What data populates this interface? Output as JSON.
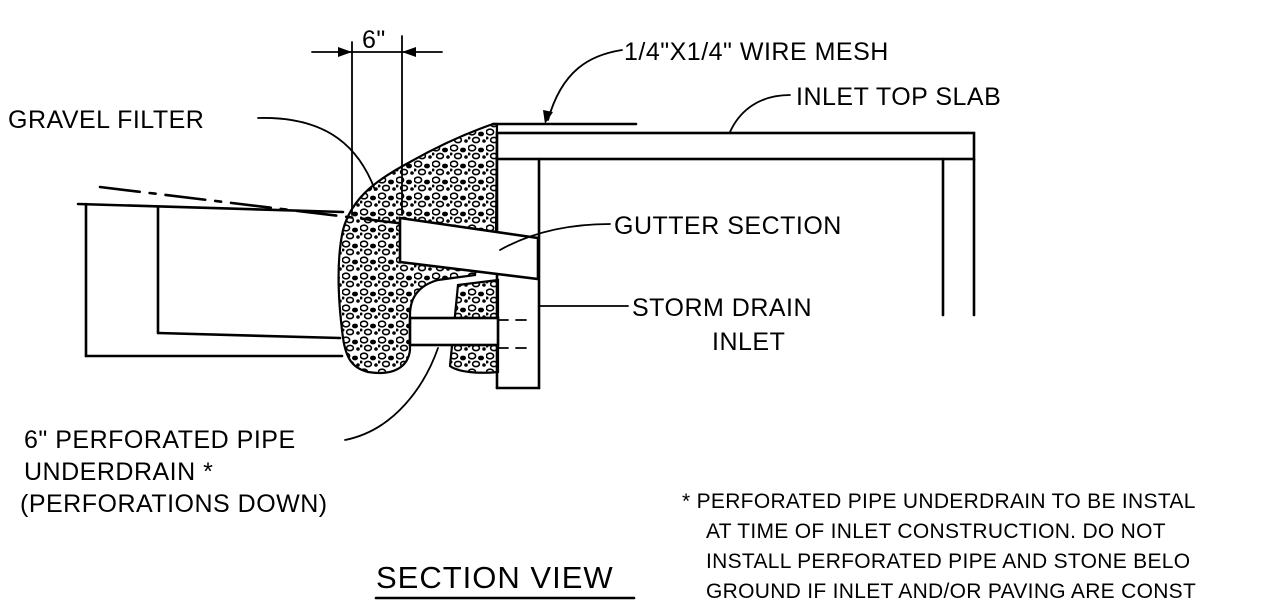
{
  "labels": {
    "dimension": "6\"",
    "wire_mesh": "1/4\"X1/4\" WIRE MESH",
    "inlet_top_slab": "INLET TOP SLAB",
    "gravel_filter": "GRAVEL FILTER",
    "gutter_section": "GUTTER SECTION",
    "storm_drain_line1": "STORM DRAIN",
    "storm_drain_line2": "INLET",
    "pipe_line1": "6\" PERFORATED PIPE",
    "pipe_line2": "UNDERDRAIN *",
    "pipe_line3": "(PERFORATIONS DOWN)"
  },
  "title": "SECTION VIEW",
  "footnote": {
    "line1": "* PERFORATED PIPE UNDERDRAIN TO BE INSTAL",
    "line2": "AT TIME OF INLET CONSTRUCTION. DO NOT",
    "line3": "INSTALL PERFORATED PIPE AND STONE BELO",
    "line4": "GROUND IF INLET AND/OR PAVING ARE CONST"
  }
}
